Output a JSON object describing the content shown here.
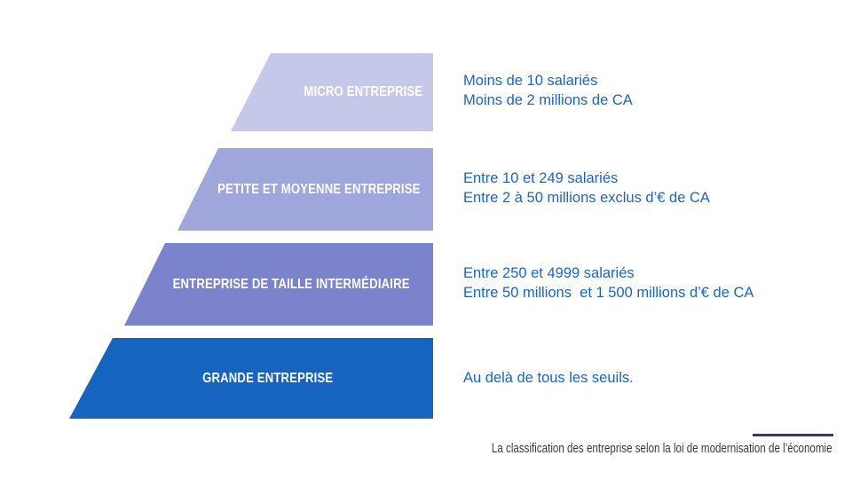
{
  "tiers": [
    {
      "label": "MICRO ENTREPRISE",
      "color": "#c5c8e8",
      "description": [
        "Moins de 10 salariés",
        "Moins de 2 millions de CA"
      ]
    },
    {
      "label": "PETITE ET MOYENNE ENTREPRISE",
      "color": "#9fa6dc",
      "description": [
        "Entre 10 et 249 salariés",
        "Entre 2 à 50 millions exclus d’€ de CA"
      ]
    },
    {
      "label": "ENTREPRISE DE TAILLE INTERMÉDIAIRE",
      "color": "#7b83cd",
      "description": [
        "Entre 250 et 4999 salariés",
        "Entre 50 millions  et 1 500 millions d’€ de CA"
      ]
    },
    {
      "label": "GRANDE ENTREPRISE",
      "color": "#1565c0",
      "description": [
        "Au delà de tous les seuils."
      ]
    }
  ],
  "caption": "La classification des entreprise selon la loi de modernisation de l’économie",
  "colors": {
    "description_text": "#1a66c2",
    "caption_text": "#3a3a3a",
    "caption_rule": "#2b3e6b"
  }
}
